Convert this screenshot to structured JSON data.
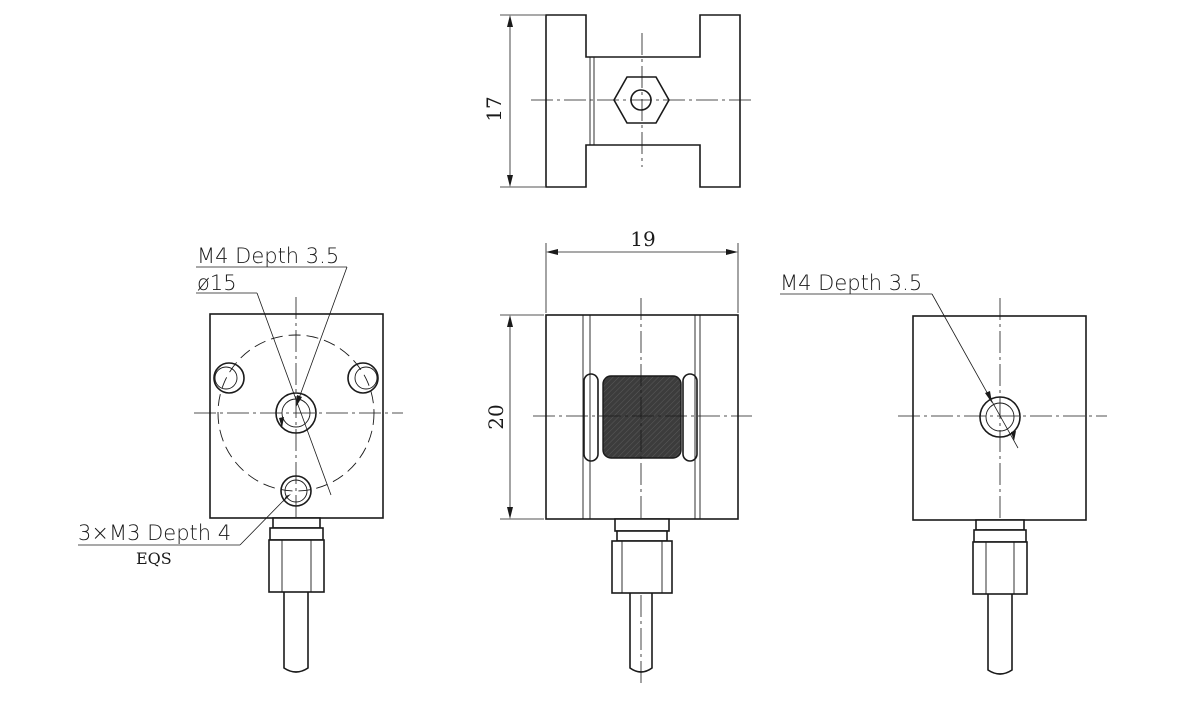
{
  "dimensions": {
    "height_top_view": "17",
    "width_front_view": "19",
    "height_front_view": "20"
  },
  "left_view": {
    "thread_note": "M4 Depth 3.5",
    "bolt_circle": "ø15",
    "holes_note": "3×M3 Depth 4",
    "holes_equal": "EQS"
  },
  "right_view": {
    "thread_note": "M4 Depth 3.5"
  },
  "colors": {
    "line": "#1a1a1a",
    "hatch": "#3c3c3c",
    "background": "#ffffff"
  }
}
